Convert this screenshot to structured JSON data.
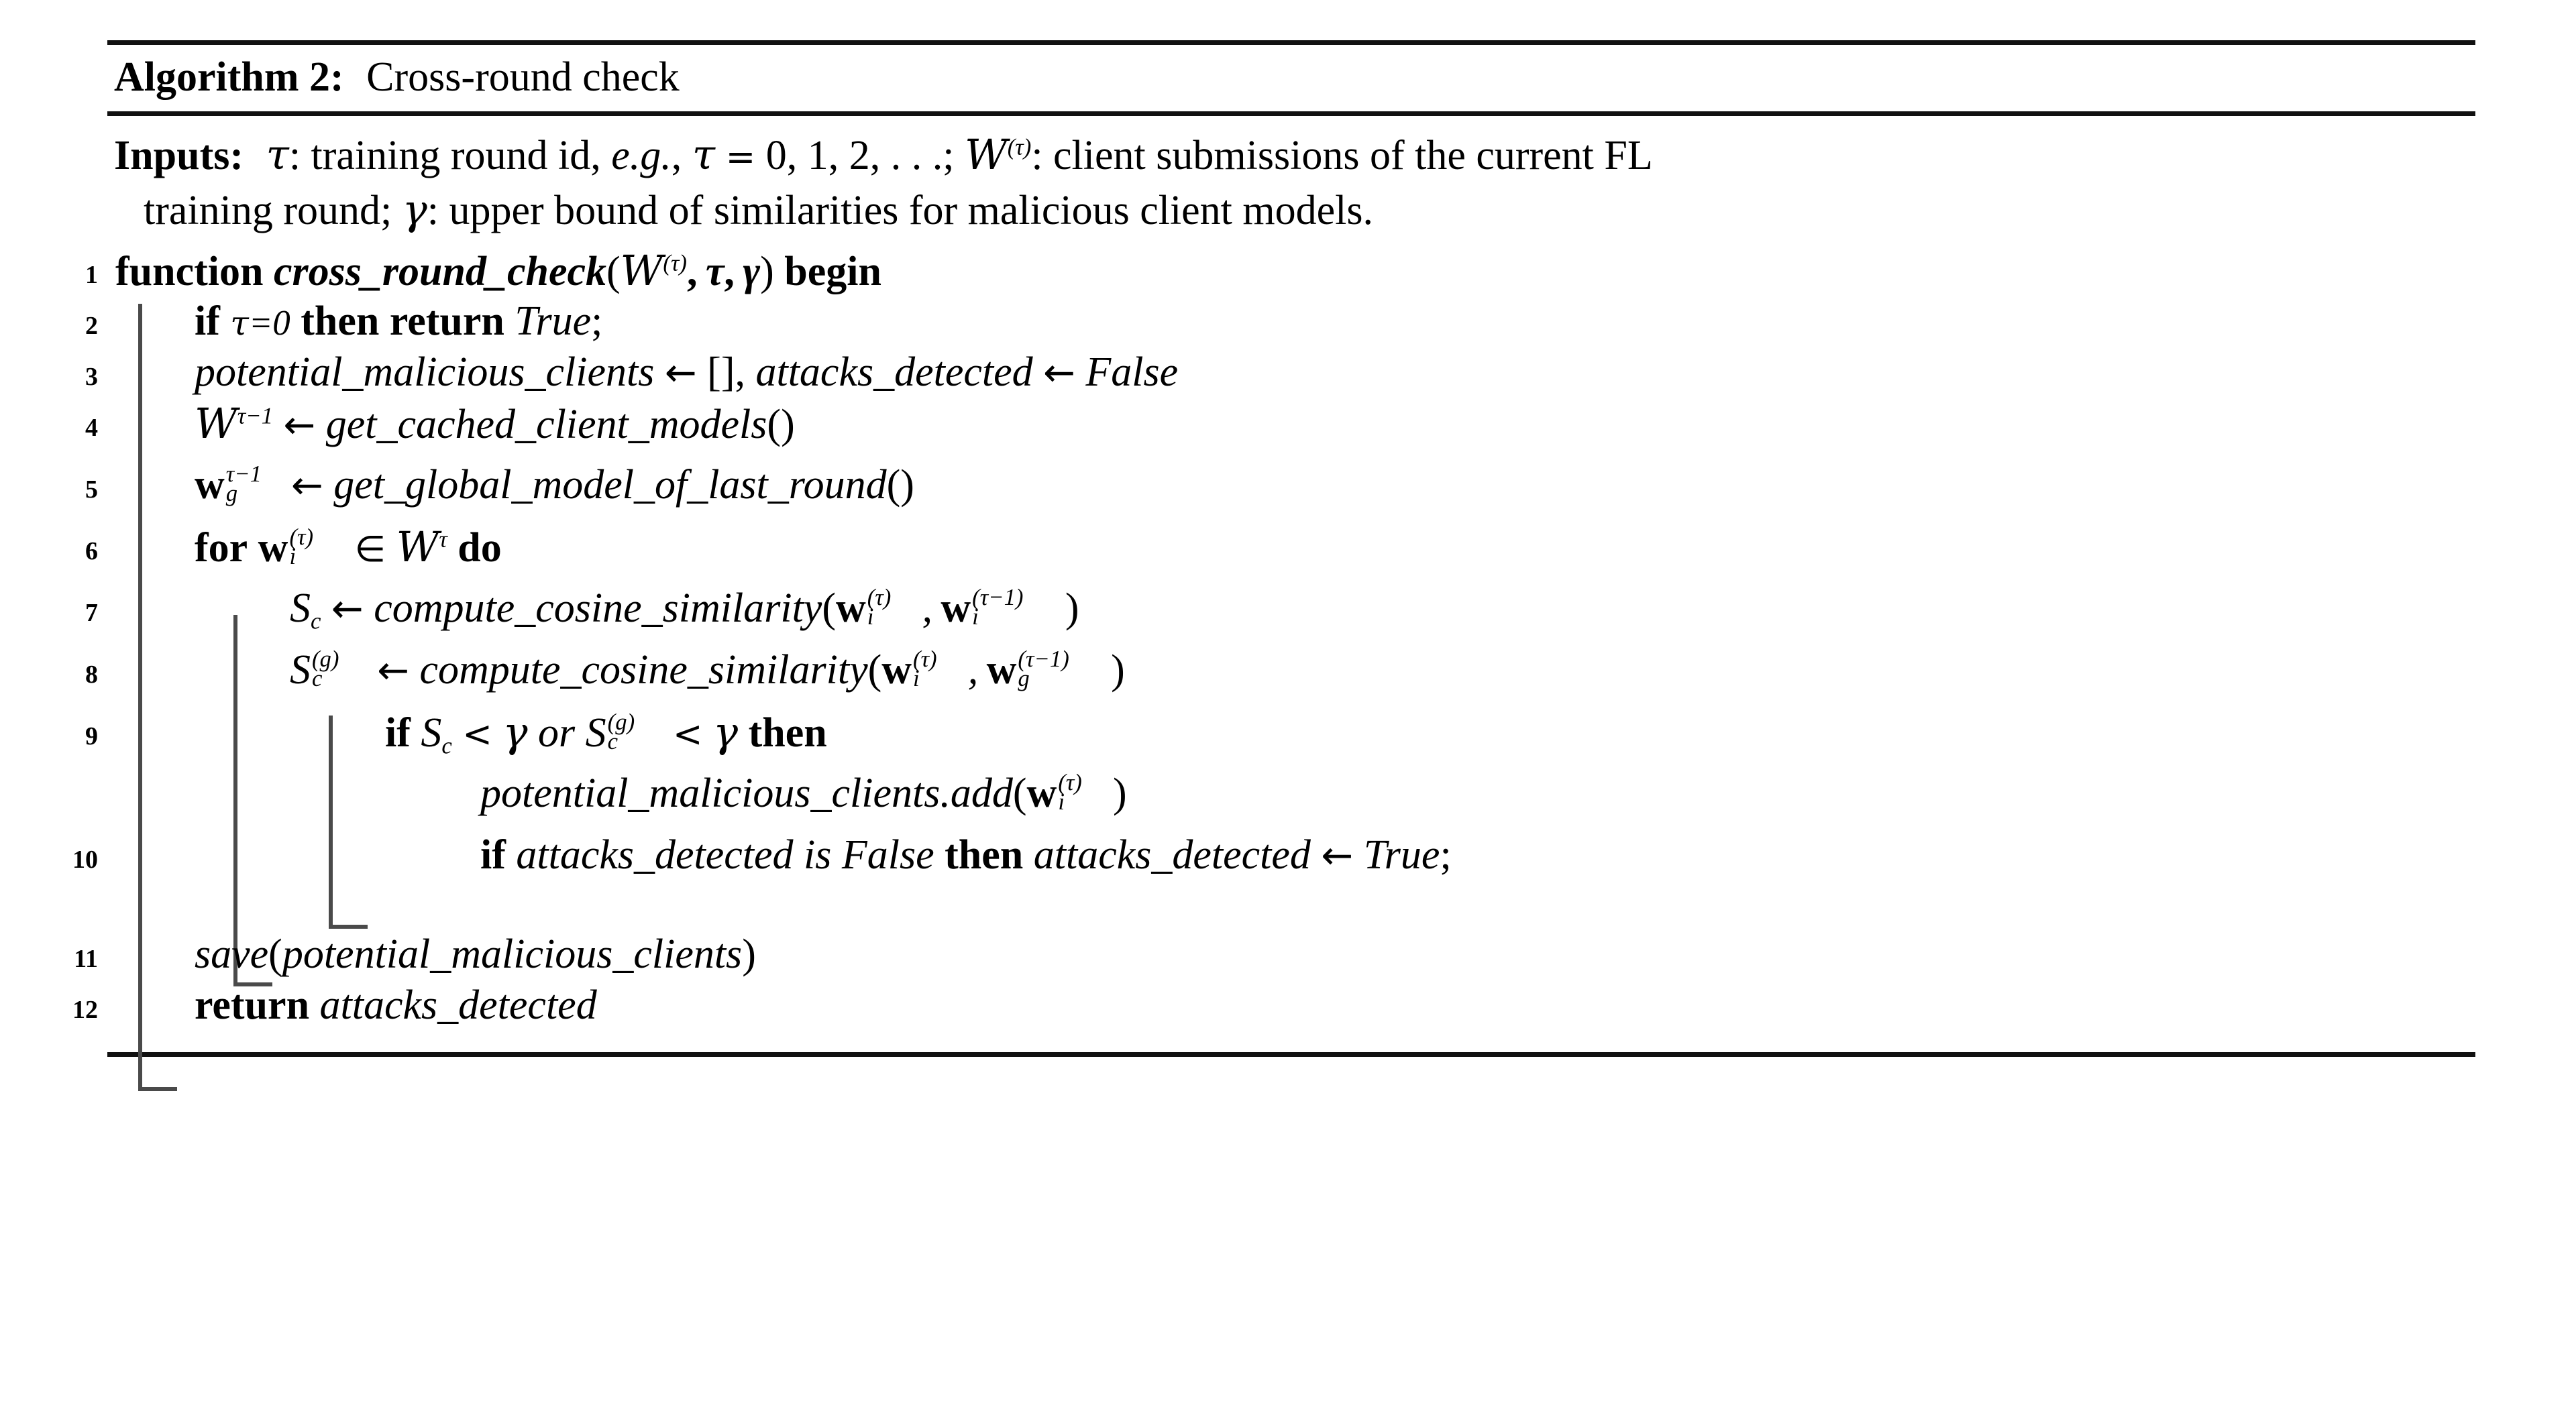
{
  "algorithm": {
    "caption": {
      "label": "Algorithm 2:",
      "title": "Cross-round check",
      "full": "Algorithm 2: Cross-round check"
    },
    "inputs": {
      "label": "Inputs:",
      "line1_a": "τ: training round id, ",
      "line1_eg": "e.g.",
      "line1_b": ", τ = 0, 1, 2, . . .; ",
      "line1_W": "𝒲",
      "line1_Wsup": "(τ)",
      "line1_c": ": client submissions of the current FL",
      "line2": "training round; γ: upper bound of similarities for malicious client models.",
      "full": "Inputs: τ: training round id, e.g., τ = 0, 1, 2, . . .; 𝒲^(τ): client submissions of the current FL training round; γ: upper bound of similarities for malicious client models."
    },
    "line_numbers": [
      "1",
      "2",
      "3",
      "4",
      "5",
      "6",
      "7",
      "8",
      "9",
      "10",
      "11",
      "12"
    ],
    "steps": [
      {
        "number": "1",
        "indent": 0,
        "text": "function cross_round_check(𝒲^(τ), τ, γ) begin",
        "tokens": {
          "kw_function": "function",
          "fn_name": "cross_round_check",
          "open_paren": "(",
          "cal_W": "𝒲",
          "sup_tau": "(τ)",
          "comma1": ", ",
          "tau": "τ",
          "comma2": ", ",
          "gamma": "γ",
          "close_paren": ")",
          "kw_begin": "begin"
        }
      },
      {
        "number": "2",
        "indent": 1,
        "text": "if τ=0 then return True;",
        "tokens": {
          "kw_if": "if",
          "cond": "τ=0",
          "kw_then": "then",
          "kw_return": "return",
          "val_true": "True",
          "semi": ";"
        }
      },
      {
        "number": "3",
        "indent": 1,
        "text": "potential_malicious_clients ← [], attacks_detected ← False",
        "tokens": {
          "var1": "potential_malicious_clients",
          "arrow1": "←",
          "empty_list": "[]",
          "comma": ", ",
          "var2": "attacks_detected",
          "arrow2": "←",
          "val_false": "False"
        }
      },
      {
        "number": "4",
        "indent": 1,
        "text": "𝒲^{τ-1} ← get_cached_client_models()",
        "tokens": {
          "cal_W": "𝒲",
          "sup": "τ−1",
          "arrow": "←",
          "fn": "get_cached_client_models",
          "parens": "()"
        }
      },
      {
        "number": "5",
        "indent": 1,
        "text": "w_g^{τ-1} ← get_global_model_of_last_round()",
        "tokens": {
          "w": "w",
          "sub": "g",
          "sup": "τ−1",
          "arrow": "←",
          "fn": "get_global_model_of_last_round",
          "parens": "()"
        }
      },
      {
        "number": "6",
        "indent": 1,
        "text": "for w_i^{(τ)} ∈ 𝒲^τ do",
        "tokens": {
          "kw_for": "for",
          "w": "w",
          "sub": "i",
          "sup": "(τ)",
          "in": "∈",
          "cal_W": "𝒲",
          "Wsup": "τ",
          "kw_do": "do"
        }
      },
      {
        "number": "7",
        "indent": 2,
        "text": "S_c ← compute_cosine_similarity(w_i^{(τ)}, w_i^{(τ-1)})",
        "tokens": {
          "S": "S",
          "Ssub": "c",
          "arrow": "←",
          "fn": "compute_cosine_similarity",
          "open": "(",
          "w1": "w",
          "w1sub": "i",
          "w1sup": "(τ)",
          "comma": ", ",
          "w2": "w",
          "w2sub": "i",
          "w2sup": "(τ−1)",
          "close": ")"
        }
      },
      {
        "number": "8",
        "indent": 2,
        "text": "S_c^{(g)} ← compute_cosine_similarity(w_i^{(τ)}, w_g^{(τ-1)})",
        "tokens": {
          "S": "S",
          "Ssub": "c",
          "Ssup": "(g)",
          "arrow": "←",
          "fn": "compute_cosine_similarity",
          "open": "(",
          "w1": "w",
          "w1sub": "i",
          "w1sup": "(τ)",
          "comma": ", ",
          "w2": "w",
          "w2sub": "g",
          "w2sup": "(τ−1)",
          "close": ")"
        }
      },
      {
        "number": "9",
        "indent": 2,
        "text": "if S_c < γ or S_c^{(g)} < γ then",
        "tokens": {
          "kw_if": "if",
          "S1": "S",
          "S1sub": "c",
          "lt1": "<",
          "g1": "γ",
          "kw_or": "or",
          "S2": "S",
          "S2sub": "c",
          "S2sup": "(g)",
          "lt2": "<",
          "g2": "γ",
          "kw_then": "then"
        }
      },
      {
        "number": "",
        "indent": 3,
        "text": "potential_malicious_clients.add(w_i^{(τ)})",
        "tokens": {
          "call": "potential_malicious_clients.add",
          "open": "(",
          "w": "w",
          "wsub": "i",
          "wsup": "(τ)",
          "close": ")"
        }
      },
      {
        "number": "10",
        "indent": 3,
        "text": "if attacks_detected is False then attacks_detected ← True;",
        "tokens": {
          "kw_if": "if",
          "var": "attacks_detected",
          "kw_is": "is",
          "val_false": "False",
          "kw_then": "then",
          "var2": "attacks_detected",
          "arrow": "←",
          "val_true": "True",
          "semi": ";"
        }
      },
      {
        "number": "11",
        "indent": 1,
        "text": "save(potential_malicious_clients)",
        "tokens": {
          "fn": "save",
          "open": "(",
          "arg": "potential_malicious_clients",
          "close": ")"
        }
      },
      {
        "number": "12",
        "indent": 1,
        "text": "return attacks_detected",
        "tokens": {
          "kw_return": "return",
          "var": "attacks_detected"
        }
      }
    ]
  },
  "colors": {
    "text": "#000000",
    "rule": "#111111",
    "bar": "#4a4a4a",
    "background": "#ffffff"
  }
}
